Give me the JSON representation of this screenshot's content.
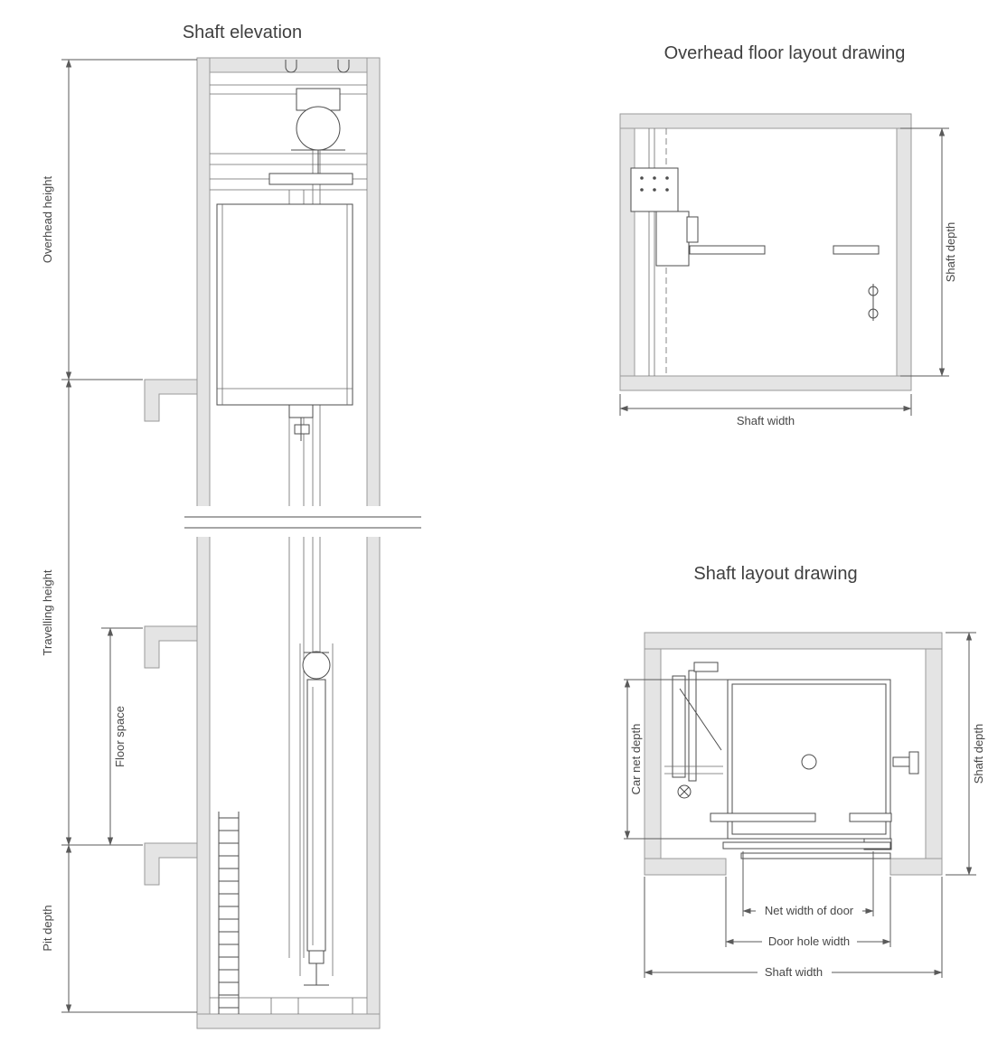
{
  "elevation": {
    "title": "Shaft elevation",
    "dims": {
      "overhead_height": "Overhead height",
      "travelling_height": "Travelling height",
      "floor_space": "Floor space",
      "pit_depth": "Pit depth"
    }
  },
  "overhead_layout": {
    "title": "Overhead floor layout drawing",
    "dims": {
      "shaft_depth": "Shaft depth",
      "shaft_width": "Shaft width"
    }
  },
  "shaft_layout": {
    "title": "Shaft layout drawing",
    "dims": {
      "car_net_depth": "Car net depth",
      "shaft_depth": "Shaft depth",
      "net_width_of_door": "Net width of door",
      "door_hole_width": "Door hole width",
      "shaft_width": "Shaft width"
    }
  },
  "colors": {
    "wall_fill": "#e4e4e4",
    "wall_stroke": "#9a9a9a",
    "line": "#4d4d4d",
    "text": "#3f3f3f"
  }
}
